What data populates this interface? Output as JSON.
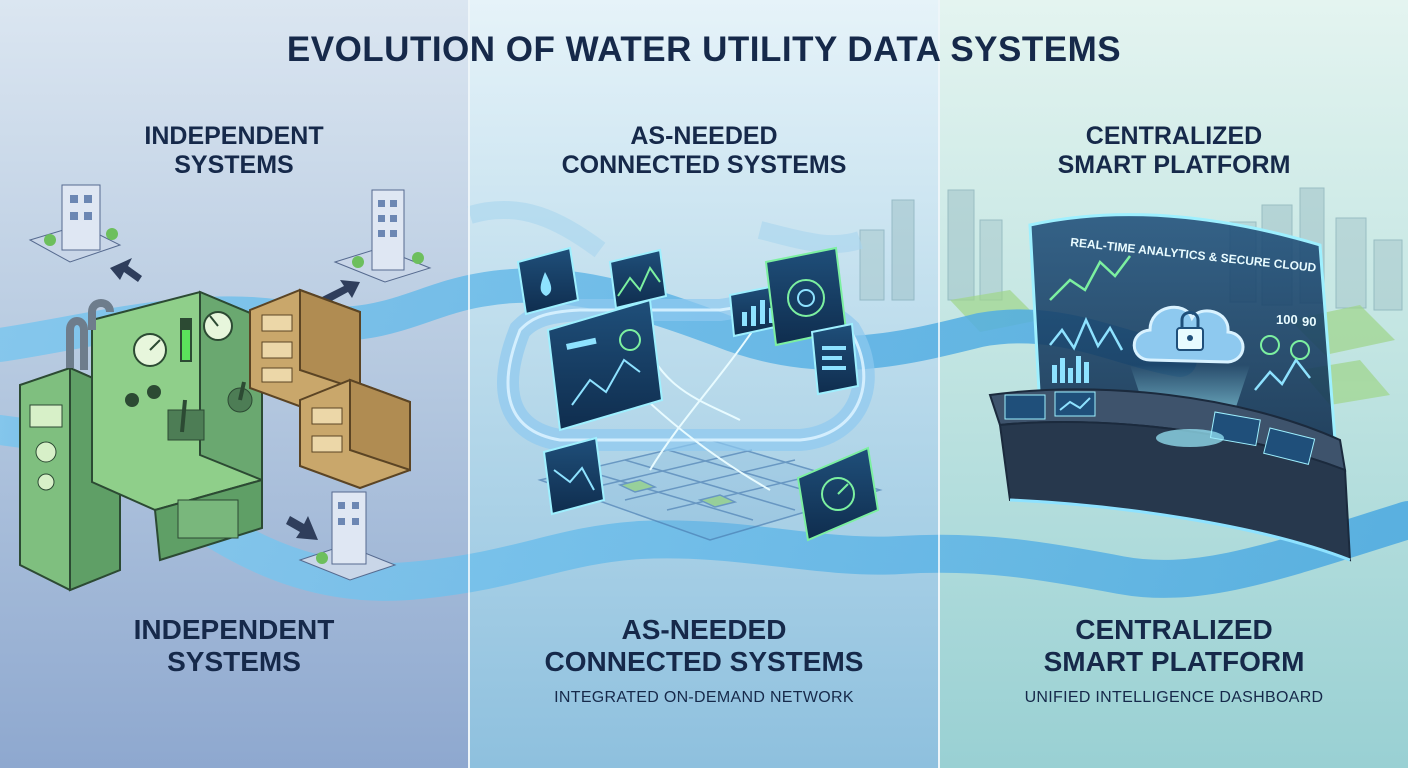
{
  "title": "EVOLUTION OF WATER UTILITY DATA SYSTEMS",
  "panels": [
    {
      "heading_top": "INDEPENDENT\nSYSTEMS",
      "heading_bottom": "INDEPENDENT\nSYSTEMS",
      "caption": ""
    },
    {
      "heading_top": "AS-NEEDED\nCONNECTED SYSTEMS",
      "heading_bottom": "AS-NEEDED\nCONNECTED SYSTEMS",
      "caption": "INTEGRATED ON-DEMAND NETWORK"
    },
    {
      "heading_top": "CENTRALIZED\nSMART PLATFORM",
      "heading_bottom": "CENTRALIZED\nSMART PLATFORM",
      "caption": "UNIFIED INTELLIGENCE DASHBOARD",
      "screen_banner": "REAL-TIME ANALYTICS & SECURE CLOUD",
      "screen_metrics": [
        "100",
        "90"
      ]
    }
  ],
  "colors": {
    "heading": "#16294a",
    "pipe": "#5fb6e6",
    "console_green": "#7fbf7f",
    "cabinet_tan": "#c9a76b",
    "hologram": "#8ee2ff",
    "grid_green": "#8fcf7a"
  }
}
